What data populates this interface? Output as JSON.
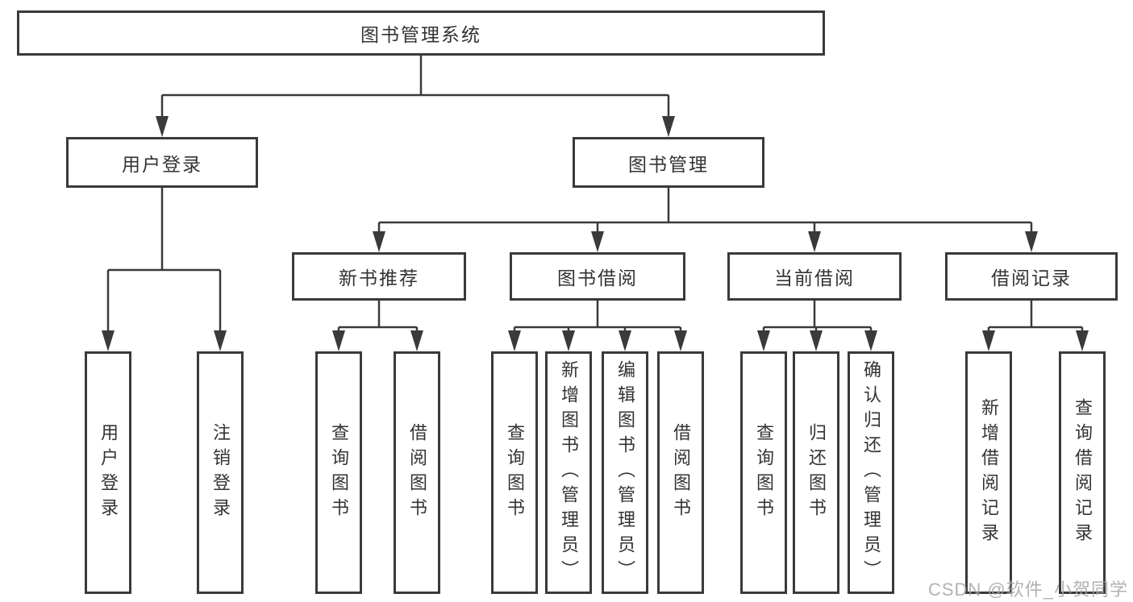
{
  "diagram": {
    "root": {
      "label": "图书管理系统"
    },
    "branches": [
      {
        "label": "用户登录",
        "leaves": [
          "用户登录",
          "注销登录"
        ]
      },
      {
        "label": "图书管理",
        "groups": [
          {
            "label": "新书推荐",
            "leaves": [
              "查询图书",
              "借阅图书"
            ]
          },
          {
            "label": "图书借阅",
            "leaves": [
              "查询图书",
              "新增图书（管理员）",
              "编辑图书（管理员）",
              "借阅图书"
            ]
          },
          {
            "label": "当前借阅",
            "leaves": [
              "查询图书",
              "归还图书",
              "确认归还（管理员）"
            ]
          },
          {
            "label": "借阅记录",
            "leaves": [
              "新增借阅记录",
              "查询借阅记录"
            ]
          }
        ]
      }
    ]
  },
  "watermark": {
    "text": "CSDN @软件_小贺同学"
  },
  "colors": {
    "line": "#3a3a3a",
    "text": "#333333",
    "box_background": "#ffffff",
    "watermark": "#a5a5a5"
  }
}
